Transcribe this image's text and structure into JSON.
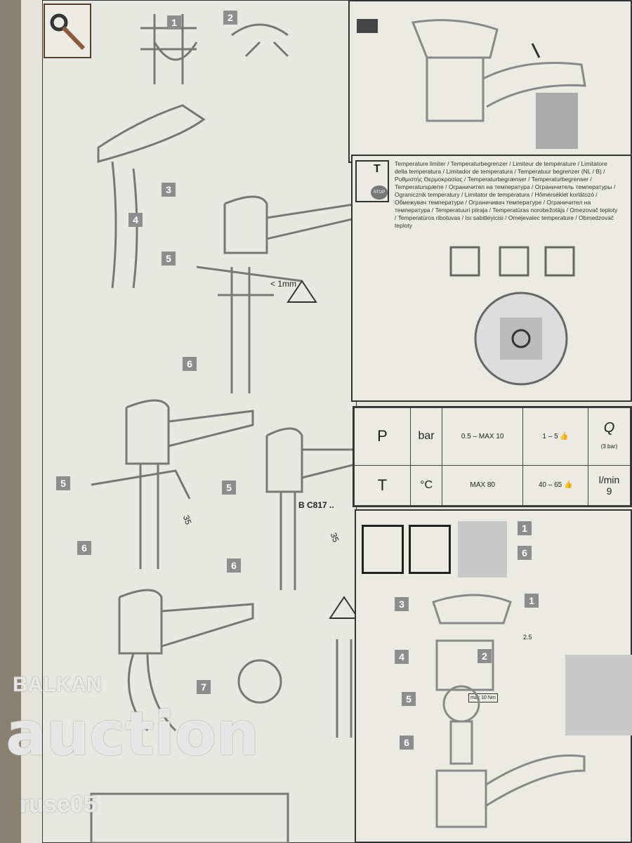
{
  "left_column": {
    "steps_top": [
      "1",
      "2",
      "3",
      "4",
      "5",
      "6"
    ],
    "gap_label": "< 1mm",
    "steps_mid": [
      "5",
      "6",
      "5",
      "6"
    ],
    "dimension": "35",
    "model_label": "B C817 ..",
    "step_bottom": "7"
  },
  "temperature_limiter": {
    "icon_label": "T",
    "stop_label": "STOP",
    "text": "Temperature limiter / Temperaturbegrenzer / Limiteur de température / Limitatore della temperatura / Limitador de temperatura / Temperatuur begrenzer (NL / B) / Ρυθμιστής Θερμοκρασίας / Temperaturbegrænser / Temperaturbegrenser / Temperaturspærre / Ограничител на температура / Ограничитель температуры / Ogranicznik temperatury / Limitator de temperatura / Hőmérséklet korlátozó / Обмежувач температури / Ограничивач температуре / Ограничител на температура / Temperatuuri piiraja / Temperatūras norobežotājs / Omezovač teploty / Temperatūros ribotuvas / Isı sabitleyicisi / Omejevalec temperature / Obmedzovač teploty"
  },
  "spec_table": {
    "pressure": {
      "symbol": "P",
      "unit": "bar",
      "min": "0.5",
      "max_label": "MAX",
      "max": "10",
      "rec_low": "1",
      "rec_high": "5"
    },
    "temperature": {
      "symbol": "T",
      "unit": "°C",
      "max_label": "MAX",
      "max": "80",
      "rec_high": "65",
      "rec_low": "40"
    },
    "flow": {
      "symbol": "Q",
      "condition": "(3 bar)",
      "unit": "l/min",
      "value": "9"
    }
  },
  "maintenance": {
    "range_top": "1",
    "range_bottom": "6",
    "steps": [
      "3",
      "4",
      "5",
      "6",
      "1",
      "2"
    ],
    "hex_size": "2.5",
    "torque": "max 10 Nm"
  },
  "watermark": {
    "line1": "BALKAN",
    "line2": "auction",
    "line3": "ruse05"
  }
}
